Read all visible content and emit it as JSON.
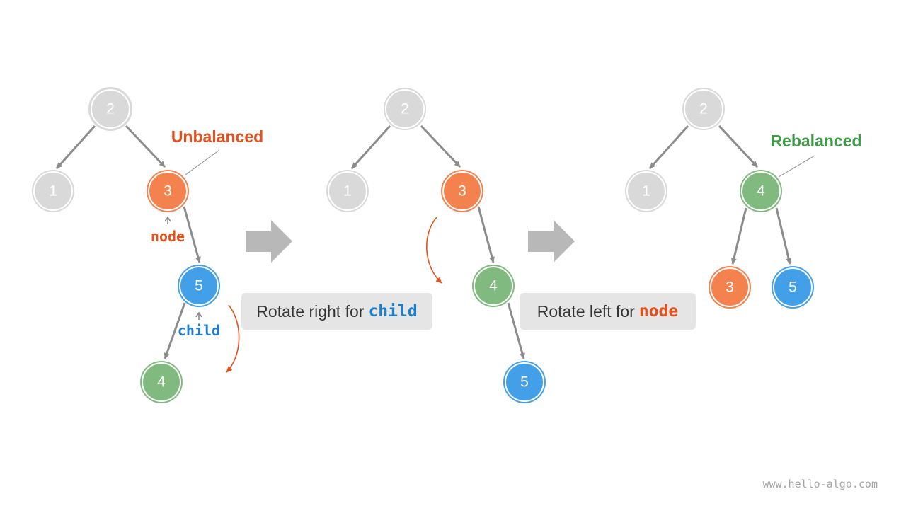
{
  "colors": {
    "gray": "#d9d9d9",
    "orange": "#f4824f",
    "blue": "#43a0e8",
    "green": "#80ba7f",
    "edge": "#8c8c8c",
    "red_text": "#e5501c",
    "blue_text": "#1d7fc9",
    "green_text": "#3f9a47",
    "arrow_fill": "#b8b8b8",
    "caption_bg": "#e5e5e5"
  },
  "stage1": {
    "nodes": {
      "n2": "2",
      "n1": "1",
      "n3": "3",
      "n5": "5",
      "n4": "4"
    },
    "status_label": "Unbalanced",
    "pointer_node": "node",
    "pointer_child": "child"
  },
  "stage2": {
    "nodes": {
      "n2": "2",
      "n1": "1",
      "n3": "3",
      "n4": "4",
      "n5": "5"
    }
  },
  "stage3": {
    "nodes": {
      "n2": "2",
      "n1": "1",
      "n4": "4",
      "n3": "3",
      "n5": "5"
    },
    "status_label": "Rebalanced"
  },
  "captions": {
    "step1_text": "Rotate right for",
    "step1_keyword": "child",
    "step2_text": "Rotate left for",
    "step2_keyword": "node"
  },
  "watermark": "www.hello-algo.com"
}
